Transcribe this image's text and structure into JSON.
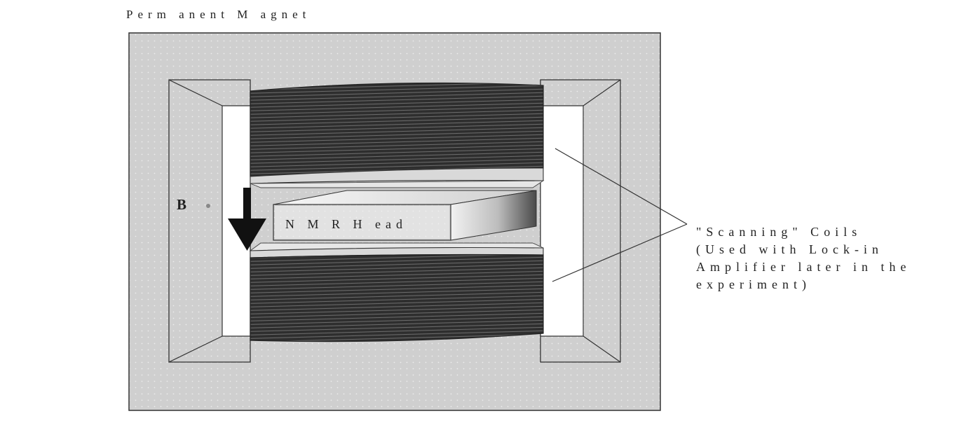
{
  "labels": {
    "magnet_title": "Perm anent M agnet",
    "field_label": "B",
    "head_label": "N M R  H ead",
    "coils_line1": "\"Scanning\" Coils",
    "coils_line2": "(Used with Lock-in",
    "coils_line3": "Amplifier later in the",
    "coils_line4": "experiment)"
  },
  "colors": {
    "magnet_fill": "#cfcfcf",
    "coil_dark": "#2f2f2f",
    "coil_light": "#d8d8d8",
    "outline": "#333333",
    "arrow": "#111111"
  },
  "icons": {
    "field_arrow": "down-arrow-icon",
    "field_dot": "dot-icon"
  }
}
